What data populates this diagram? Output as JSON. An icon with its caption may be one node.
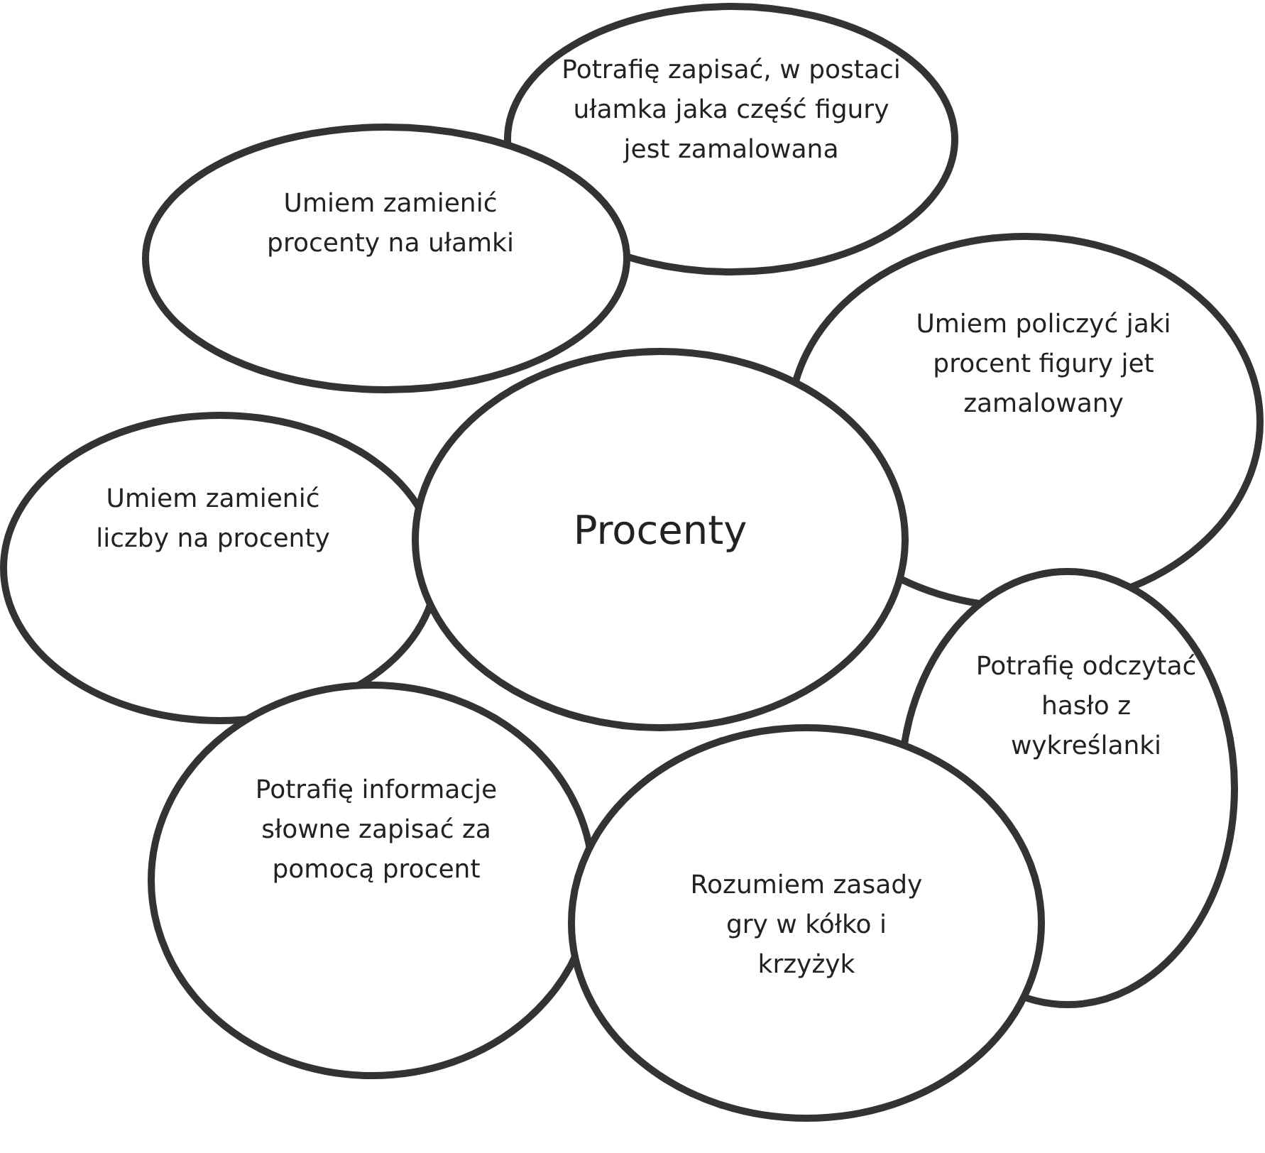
{
  "diagram": {
    "nodes": [
      {
        "text": [
          "Potrafię zapisać, w postaci ułamka jaka część figury jest zamalowana"
        ]
      },
      {
        "text": [
          "Umiem zamienić procenty na ułamki"
        ]
      },
      {
        "text": [
          "Umiem policzyć jaki procent figury jet zamalowany"
        ]
      },
      {
        "text": [
          "Umiem zamienić liczby na procenty"
        ]
      },
      {
        "text": [
          "Potrafię odczytać hasło z wykreślanki"
        ]
      },
      {
        "text": [
          "Potrafię informacje słowne zapisać za pomocą procent"
        ]
      },
      {
        "text": [
          "Rozumiem zasady gry w kółko i krzyżyk"
        ]
      },
      {
        "text": [
          "Procenty"
        ]
      }
    ]
  }
}
